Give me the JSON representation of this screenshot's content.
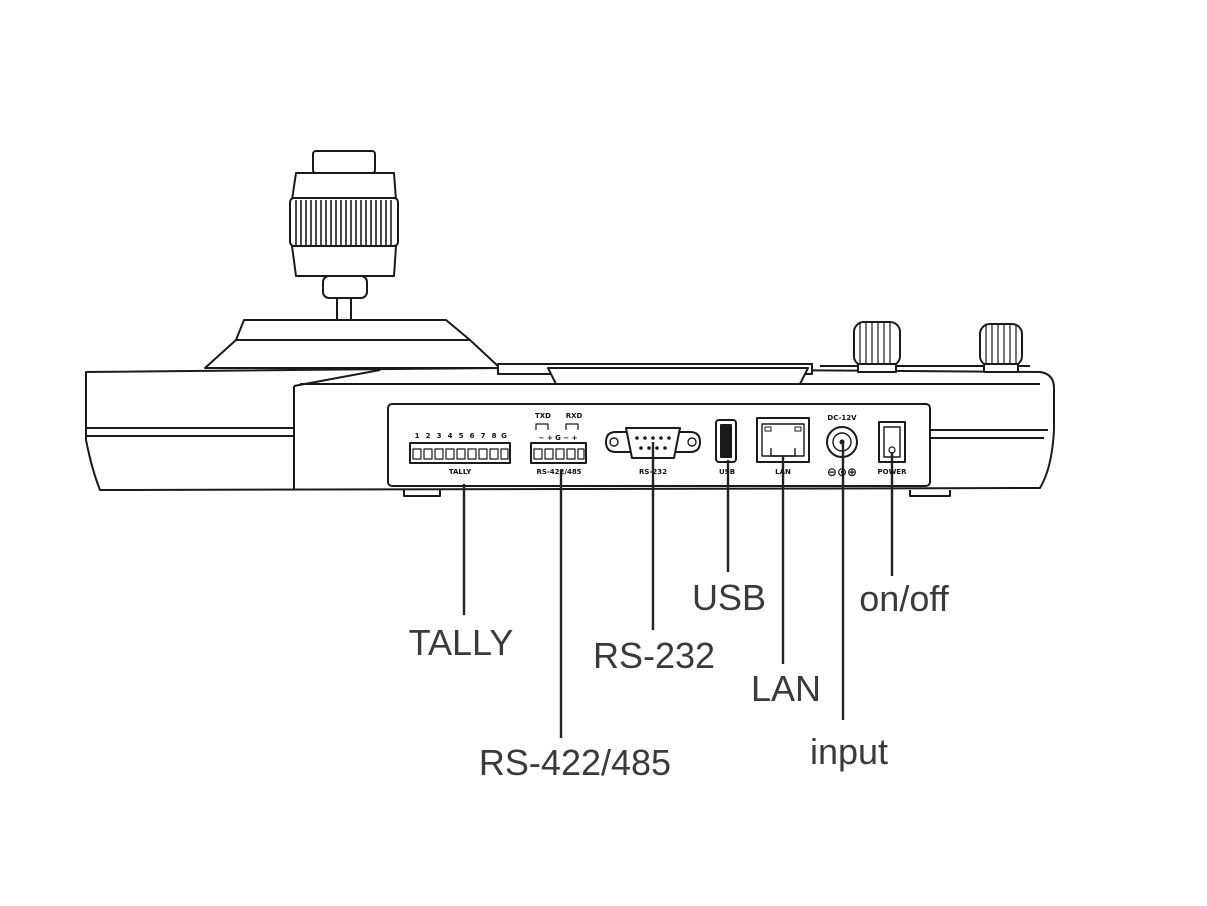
{
  "device": {
    "panel_labels": {
      "tally": "TALLY",
      "tally_pins": [
        "1",
        "2",
        "3",
        "4",
        "5",
        "6",
        "7",
        "8",
        "G"
      ],
      "rs422": "RS-422/485",
      "txd": "TXD",
      "rxd": "RXD",
      "rs422_pins": "− + G − +",
      "rs232": "RS-232",
      "usb": "USB",
      "lan": "LAN",
      "dc": "DC-12V",
      "polarity": "⊖⊙⊕",
      "power": "POWER"
    }
  },
  "callouts": {
    "tally": "TALLY",
    "rs422": "RS-422/485",
    "rs232": "RS-232",
    "usb": "USB",
    "lan": "LAN",
    "input": "input",
    "onoff": "on/off"
  }
}
